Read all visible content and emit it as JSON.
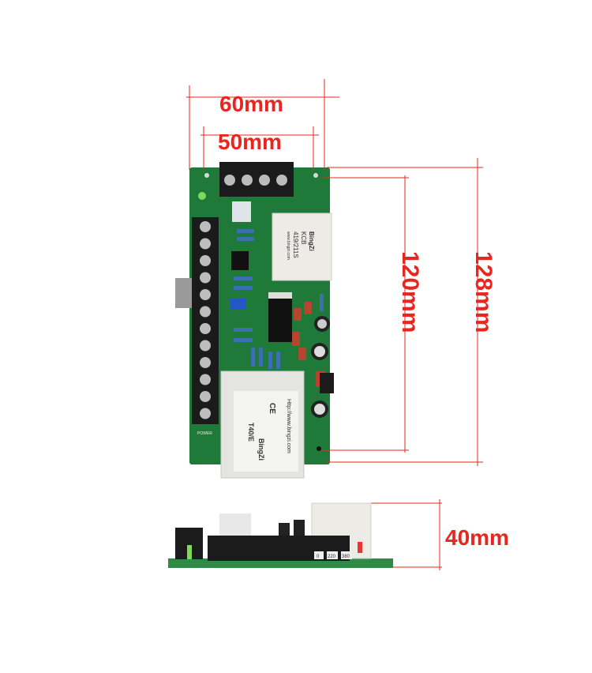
{
  "dimensions": {
    "width_outer": "60mm",
    "width_holes": "50mm",
    "height_holes": "120mm",
    "height_outer": "128mm",
    "depth": "40mm"
  },
  "top_transformer": {
    "brand": "BingZi",
    "model": "KCB",
    "code": "419/211S",
    "url": "www.bingzi.com"
  },
  "bottom_transformer": {
    "brand": "BingZi",
    "model": "T40/E",
    "url": "Http://www.bingzi.com",
    "mark": "CE"
  },
  "board_labels": {
    "power": "POWER"
  },
  "side_terminals": [
    "0",
    "220",
    "380"
  ],
  "colors": {
    "dimension": "#e8261f",
    "pcb": "#1f7a3a",
    "terminal": "#1b1b1b",
    "transformer": "#ecebe6"
  }
}
